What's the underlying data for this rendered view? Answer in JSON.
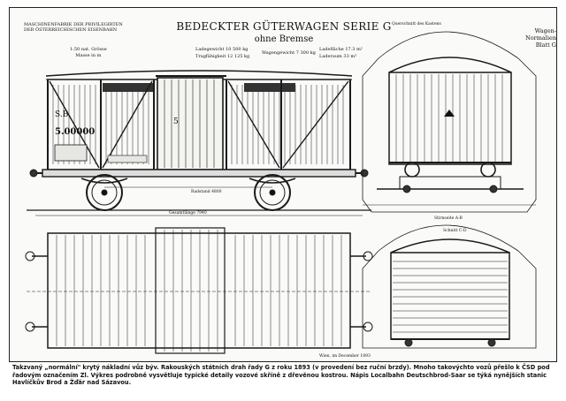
{
  "header": {
    "left_lines": [
      "MASCHINENFABRIK DER PRIVILEGIRTEN",
      "DER ÖSTERREICHISCHEN EISENBAHN"
    ],
    "title": "BEDECKTER GÜTERWAGEN SERIE G",
    "subtitle": "ohne Bremse",
    "scale_lines": [
      "1:50 nat. Grösse",
      "Masse in m"
    ],
    "top_right": "Querschnitt des Kastens",
    "sheet_tag": [
      "Wagen-Normalien",
      "Blatt G"
    ]
  },
  "specs": {
    "eigengewicht": "Ladegewicht  10 500 kg",
    "tragfahigkeit": "Tragfähigkeit  12 125 kg",
    "wagengewicht": "Wagengewicht  7 300 kg",
    "ladeflache": "Ladefläche  17.3 m²",
    "laderaum": "Laderaum  33 m³"
  },
  "car_marks": {
    "code": "S.B.",
    "number": "5.00000",
    "door_mark": "5"
  },
  "dimension_labels": {
    "radstand": "Radstand 4800",
    "gesamtlange": "Gesamtlänge 7940",
    "end_section": "Stirnseite A-B",
    "section_cd": "Schnitt C-D",
    "plan_label": "Wien, im December 1893"
  },
  "caption": "Takzvaný „normální\" krytý nákladní vůz býv. Rakouských státních drah řady G z roku 1893 (v provedení bez ruční brzdy). Mnoho takovýchto vozů přešlo k ČSD pod řadovým označením Zl. Výkres podrobně vysvětluje typické detaily vozové skříně z dřevěnou kostrou. Nápis Localbahn Deutschbrod-Saar se týká nynějších stanic Havlíčkův Brod a Žďár nad Sázavou."
}
